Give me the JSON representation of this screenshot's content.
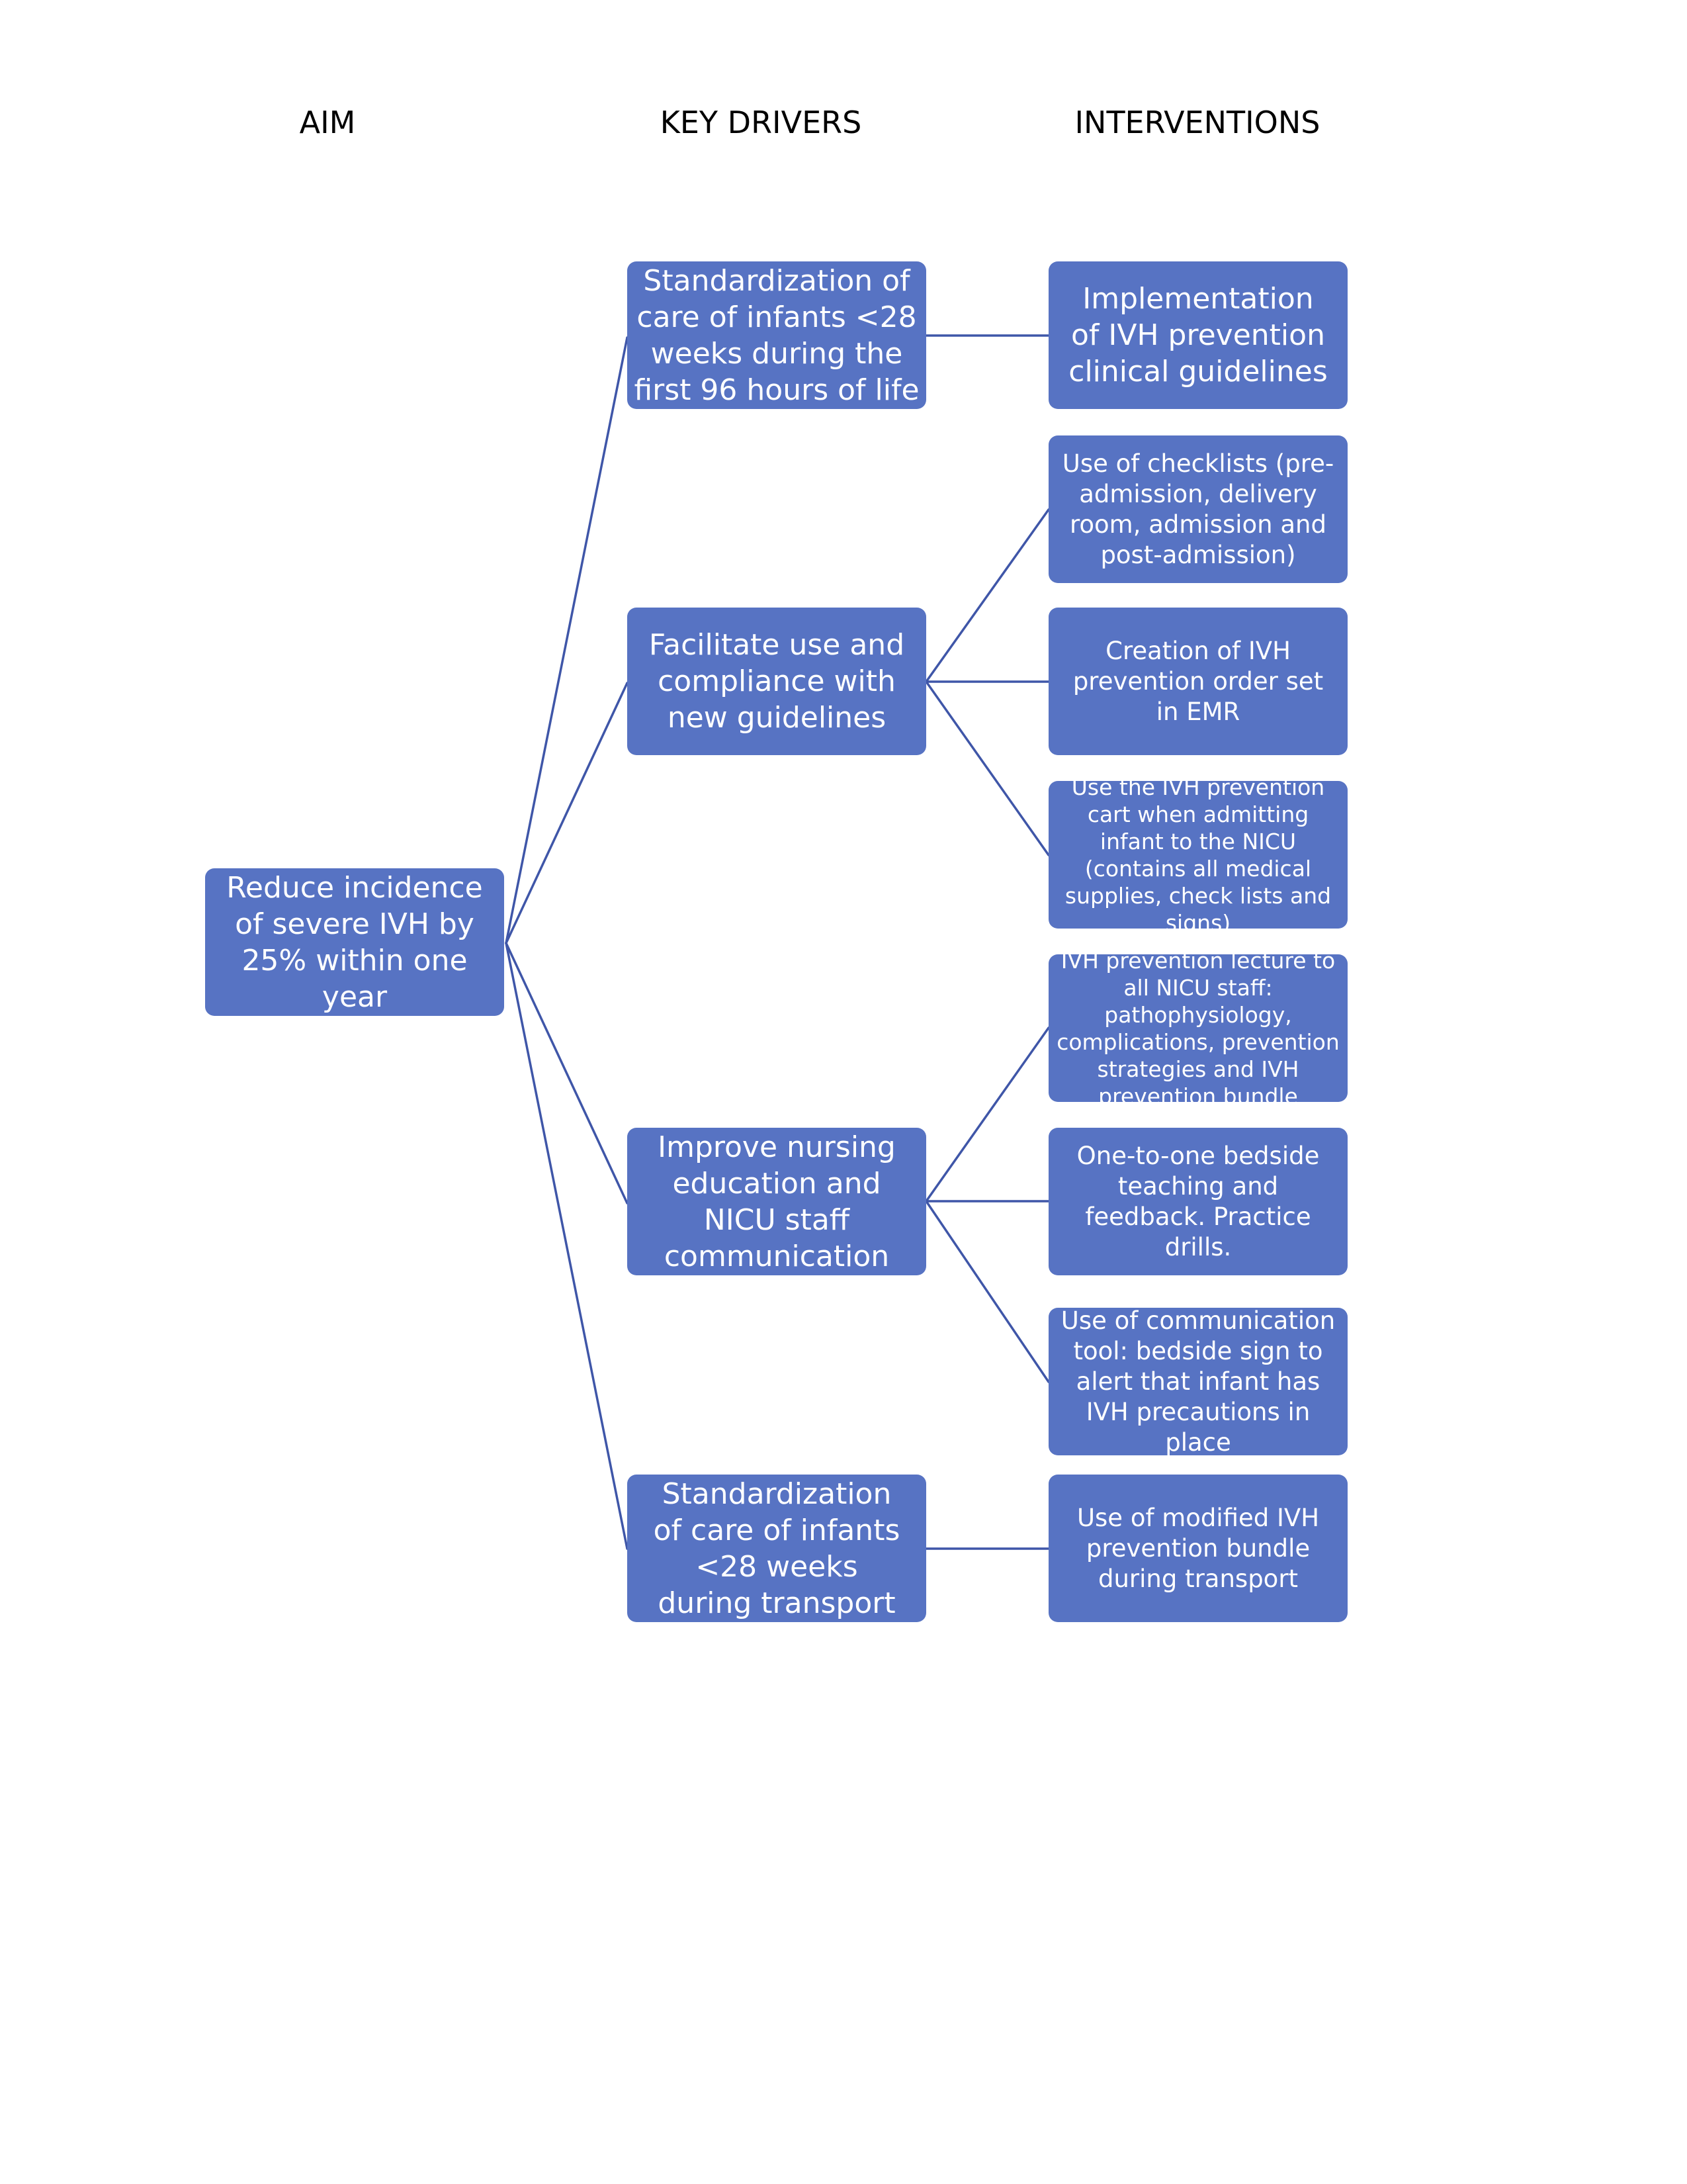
{
  "headers": {
    "aim": "AIM",
    "key_drivers": "KEY DRIVERS",
    "interventions": "INTERVENTIONS"
  },
  "aim": {
    "text": "Reduce incidence of severe IVH by 25% within one year"
  },
  "drivers": [
    {
      "text": "Standardization of care of infants <28 weeks during the first 96 hours of life"
    },
    {
      "text": "Facilitate use and compliance with new guidelines"
    },
    {
      "text": "Improve nursing education and NICU staff communication"
    },
    {
      "text": "Standardization of care of infants <28 weeks during transport"
    }
  ],
  "interventions": [
    {
      "text": "Implementation of IVH prevention clinical guidelines"
    },
    {
      "text": "Use of checklists (pre-admission, delivery room, admission and post-admission)"
    },
    {
      "text": "Creation of IVH prevention order set in EMR"
    },
    {
      "text": "Use the IVH prevention cart when admitting infant to the NICU (contains all medical supplies, check lists and signs)"
    },
    {
      "text": "IVH prevention lecture to all NICU staff: pathophysiology, complications, prevention strategies and IVH prevention bundle"
    },
    {
      "text": "One-to-one bedside teaching and feedback. Practice drills."
    },
    {
      "text": "Use of communication tool: bedside sign to alert that infant has IVH precautions in place"
    },
    {
      "text": "Use of modified IVH prevention bundle during transport"
    }
  ],
  "colors": {
    "box_fill": "#5773c3",
    "box_text": "#ffffff",
    "connector": "#3f56a8"
  }
}
